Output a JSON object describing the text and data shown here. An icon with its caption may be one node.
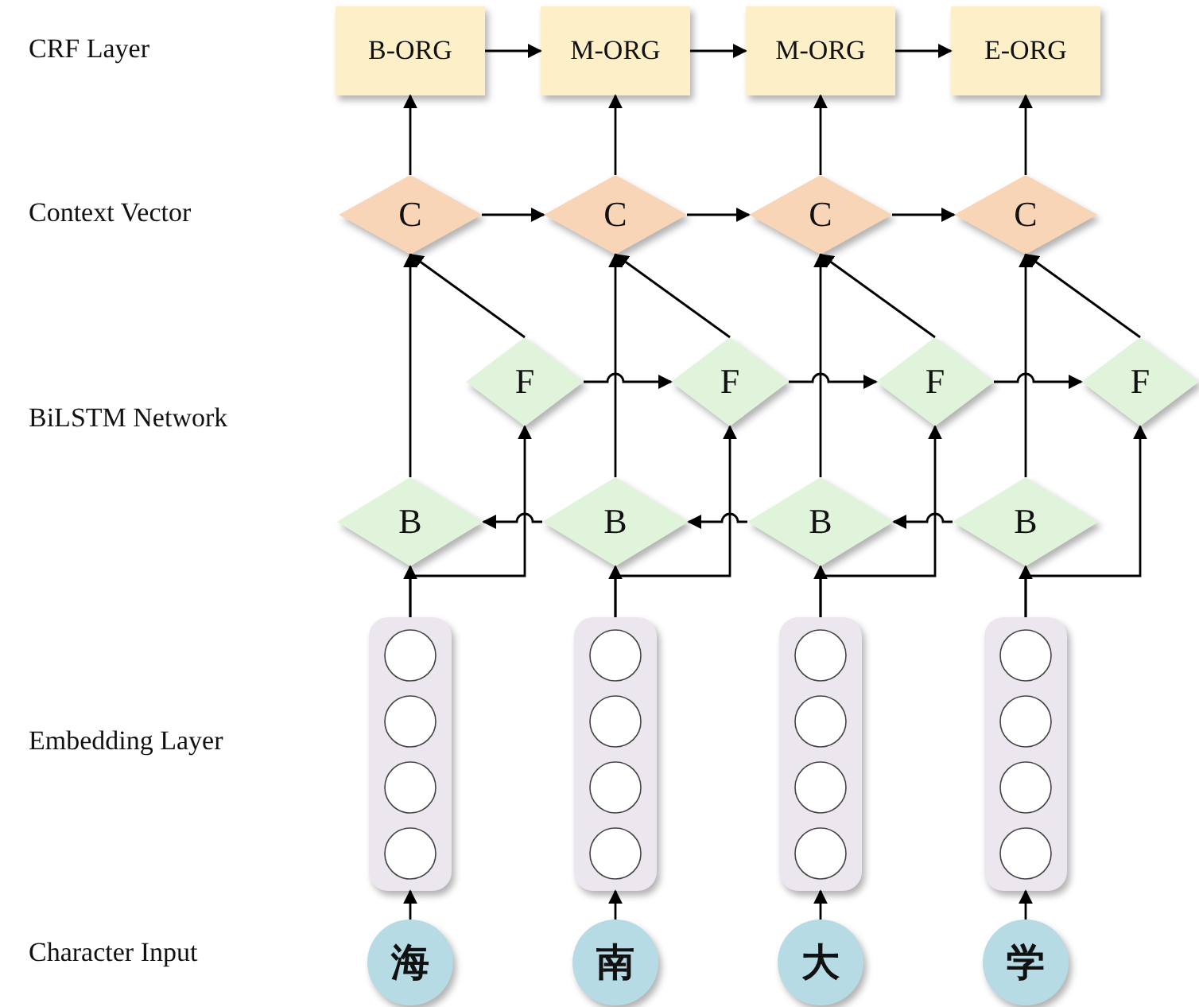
{
  "diagram": {
    "nodes": [
      {
        "text": [
          "B-ORG"
        ]
      },
      {
        "text": [
          "M-ORG"
        ]
      },
      {
        "text": [
          "M-ORG"
        ]
      },
      {
        "text": [
          "E-ORG"
        ]
      },
      {
        "text": [
          "C"
        ]
      },
      {
        "text": [
          "C"
        ]
      },
      {
        "text": [
          "C"
        ]
      },
      {
        "text": [
          "C"
        ]
      },
      {
        "text": [
          "F"
        ]
      },
      {
        "text": [
          "F"
        ]
      },
      {
        "text": [
          "F"
        ]
      },
      {
        "text": [
          "F"
        ]
      },
      {
        "text": [
          "B"
        ]
      },
      {
        "text": [
          "B"
        ]
      },
      {
        "text": [
          "B"
        ]
      },
      {
        "text": [
          "B"
        ]
      },
      {
        "text": [],
        "shape": "box"
      },
      {
        "text": [],
        "shape": "box"
      },
      {
        "text": [],
        "shape": "box"
      },
      {
        "text": [],
        "shape": "box"
      },
      {
        "text": [
          "海"
        ]
      },
      {
        "text": [
          "南"
        ]
      },
      {
        "text": [
          "大"
        ]
      },
      {
        "text": [
          "学"
        ]
      }
    ],
    "edges": [
      {
        "from": 0,
        "to": 1,
        "arrow": "to"
      },
      {
        "from": 1,
        "to": 2,
        "arrow": "to"
      },
      {
        "from": 2,
        "to": 3,
        "arrow": "to"
      },
      {
        "from": 4,
        "to": 0,
        "arrow": "to"
      },
      {
        "from": 5,
        "to": 1,
        "arrow": "to"
      },
      {
        "from": 6,
        "to": 2,
        "arrow": "to"
      },
      {
        "from": 7,
        "to": 3,
        "arrow": "to"
      },
      {
        "from": 4,
        "to": 5,
        "arrow": "to"
      },
      {
        "from": 5,
        "to": 6,
        "arrow": "to"
      },
      {
        "from": 6,
        "to": 7,
        "arrow": "to"
      },
      {
        "from": 12,
        "to": 4,
        "arrow": "to"
      },
      {
        "from": 13,
        "to": 5,
        "arrow": "to"
      },
      {
        "from": 14,
        "to": 6,
        "arrow": "to"
      },
      {
        "from": 15,
        "to": 7,
        "arrow": "to"
      },
      {
        "from": 8,
        "to": 4,
        "arrow": "to"
      },
      {
        "from": 9,
        "to": 5,
        "arrow": "to"
      },
      {
        "from": 10,
        "to": 6,
        "arrow": "to"
      },
      {
        "from": 11,
        "to": 7,
        "arrow": "to"
      },
      {
        "from": 8,
        "to": 9,
        "arrow": "to"
      },
      {
        "from": 9,
        "to": 10,
        "arrow": "to"
      },
      {
        "from": 10,
        "to": 11,
        "arrow": "to"
      },
      {
        "from": 13,
        "to": 12,
        "arrow": "to"
      },
      {
        "from": 14,
        "to": 13,
        "arrow": "to"
      },
      {
        "from": 15,
        "to": 14,
        "arrow": "to"
      },
      {
        "from": 16,
        "to": 12,
        "arrow": "to"
      },
      {
        "from": 17,
        "to": 13,
        "arrow": "to"
      },
      {
        "from": 18,
        "to": 14,
        "arrow": "to"
      },
      {
        "from": 19,
        "to": 15,
        "arrow": "to"
      },
      {
        "from": 16,
        "to": 8,
        "arrow": "to"
      },
      {
        "from": 17,
        "to": 9,
        "arrow": "to"
      },
      {
        "from": 18,
        "to": 10,
        "arrow": "to"
      },
      {
        "from": 19,
        "to": 11,
        "arrow": "to"
      },
      {
        "from": 20,
        "to": 16,
        "arrow": "to"
      },
      {
        "from": 21,
        "to": 17,
        "arrow": "to"
      },
      {
        "from": 22,
        "to": 18,
        "arrow": "to"
      },
      {
        "from": 23,
        "to": 19,
        "arrow": "to"
      }
    ],
    "labels": [
      "CRF Layer",
      "Context Vector",
      "BiLSTM Network",
      "Embedding Layer",
      "Character Input"
    ]
  }
}
